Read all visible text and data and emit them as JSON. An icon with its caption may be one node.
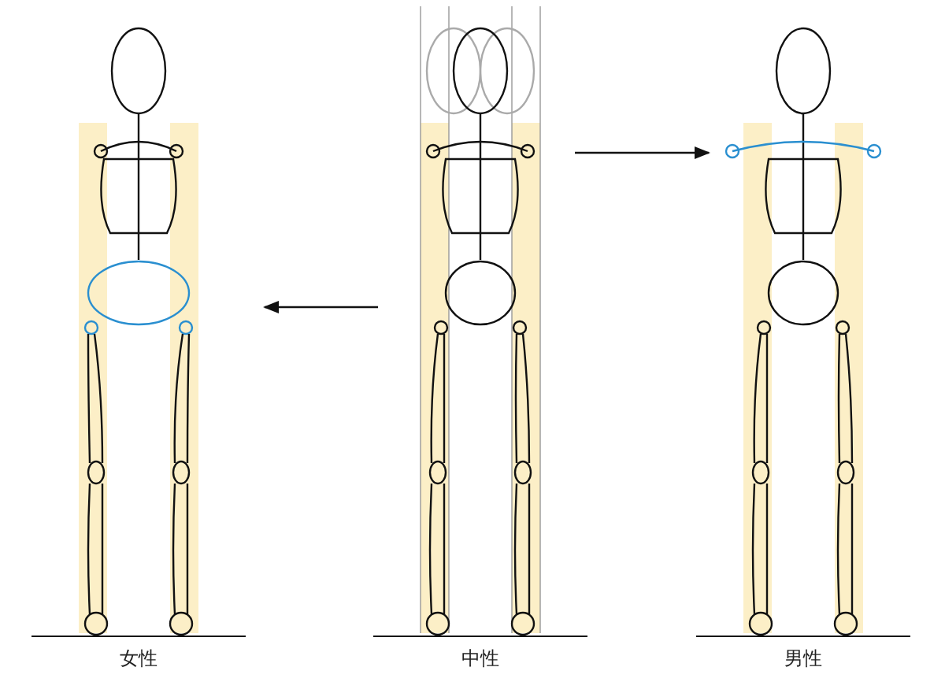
{
  "diagram": {
    "nodes": [
      {
        "text": [],
        "shape": "picture",
        "beside": [
          "女性"
        ]
      },
      {
        "text": [],
        "shape": "picture",
        "beside": [
          "中性"
        ]
      },
      {
        "text": [],
        "shape": "picture",
        "beside": [
          "男性"
        ]
      }
    ],
    "edges": [
      {
        "from": 1,
        "to": 0,
        "arrow": "to"
      },
      {
        "from": 1,
        "to": 2,
        "arrow": "to"
      }
    ]
  }
}
